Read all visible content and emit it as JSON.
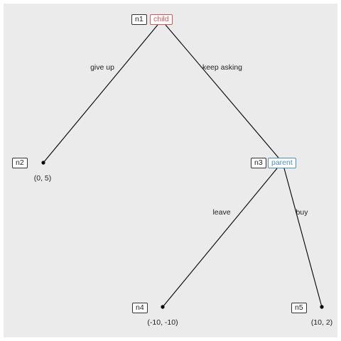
{
  "nodes": {
    "n1": {
      "id": "n1",
      "player": "child",
      "player_color": "#d9534f"
    },
    "n2": {
      "id": "n2",
      "payoff": "(0, 5)"
    },
    "n3": {
      "id": "n3",
      "player": "parent",
      "player_color": "#4a90b8"
    },
    "n4": {
      "id": "n4",
      "payoff": "(-10, -10)"
    },
    "n5": {
      "id": "n5",
      "payoff": "(10, 2)"
    }
  },
  "edges": {
    "n1_n2": {
      "label": "give up"
    },
    "n1_n3": {
      "label": "keep asking"
    },
    "n3_n4": {
      "label": "leave"
    },
    "n3_n5": {
      "label": "buy"
    }
  }
}
